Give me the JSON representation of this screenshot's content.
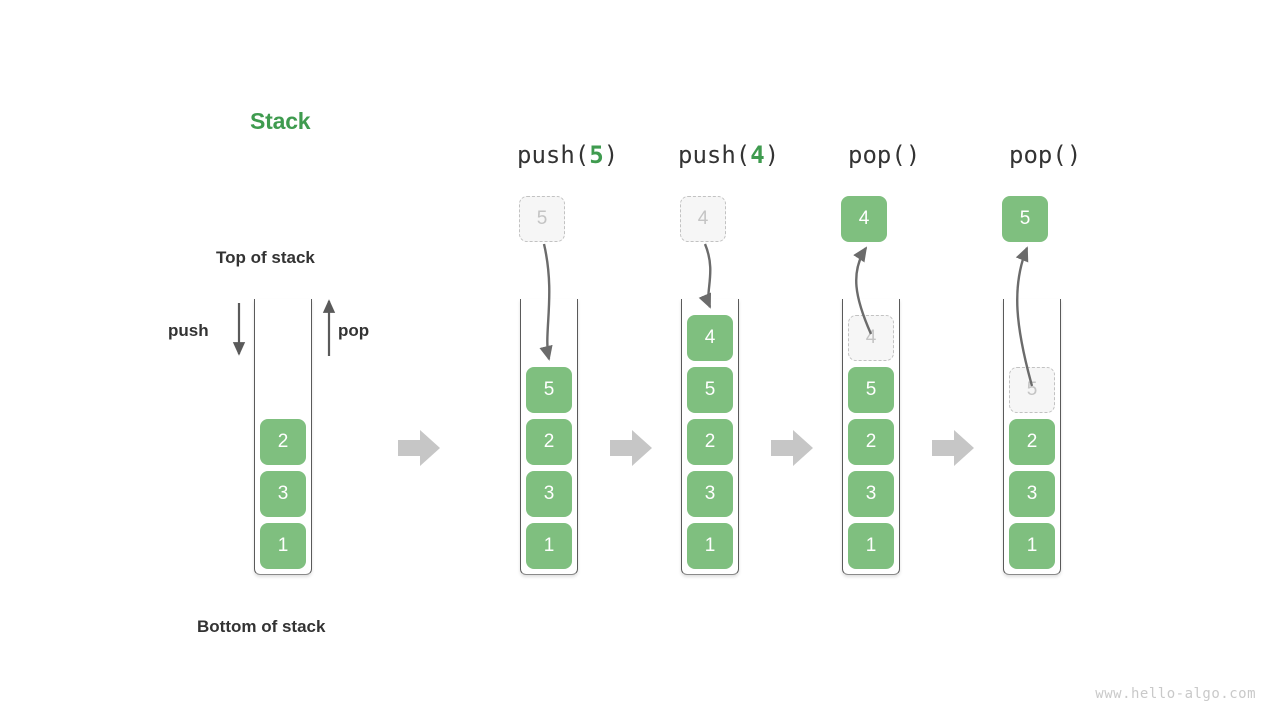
{
  "diagram": {
    "title": "Stack",
    "title_color": "#3f9b4f",
    "accent_color": "#7fbf7f",
    "ghost_color": "#c4c4c4",
    "arrow_color": "#c6c6c6",
    "watermark": "www.hello-algo.com"
  },
  "labels": {
    "top_of_stack": "Top of stack",
    "bottom_of_stack": "Bottom of stack",
    "push": "push",
    "pop": "pop"
  },
  "initial_stack": {
    "cells": [
      "2",
      "3",
      "1"
    ]
  },
  "steps": [
    {
      "header_name": "push",
      "header_open": "(",
      "header_arg": "5",
      "header_close": ")",
      "floating": {
        "value": "5",
        "style": "ghost",
        "position": "above"
      },
      "cells": [
        {
          "value": "5",
          "style": "solid"
        },
        {
          "value": "2",
          "style": "solid"
        },
        {
          "value": "3",
          "style": "solid"
        },
        {
          "value": "1",
          "style": "solid"
        }
      ]
    },
    {
      "header_name": "push",
      "header_open": "(",
      "header_arg": "4",
      "header_close": ")",
      "floating": {
        "value": "4",
        "style": "ghost",
        "position": "above"
      },
      "cells": [
        {
          "value": "4",
          "style": "solid"
        },
        {
          "value": "5",
          "style": "solid"
        },
        {
          "value": "2",
          "style": "solid"
        },
        {
          "value": "3",
          "style": "solid"
        },
        {
          "value": "1",
          "style": "solid"
        }
      ]
    },
    {
      "header_name": "pop",
      "header_open": "(",
      "header_arg": "",
      "header_close": ")",
      "floating": {
        "value": "4",
        "style": "solid",
        "position": "above"
      },
      "cells": [
        {
          "value": "4",
          "style": "ghost"
        },
        {
          "value": "5",
          "style": "solid"
        },
        {
          "value": "2",
          "style": "solid"
        },
        {
          "value": "3",
          "style": "solid"
        },
        {
          "value": "1",
          "style": "solid"
        }
      ]
    },
    {
      "header_name": "pop",
      "header_open": "(",
      "header_arg": "",
      "header_close": ")",
      "floating": {
        "value": "5",
        "style": "solid",
        "position": "above"
      },
      "cells": [
        {
          "value": "5",
          "style": "ghost"
        },
        {
          "value": "2",
          "style": "solid"
        },
        {
          "value": "3",
          "style": "solid"
        },
        {
          "value": "1",
          "style": "solid"
        }
      ]
    }
  ],
  "flow_arrows": {
    "count": 4,
    "icon": "right-arrow-icon"
  }
}
